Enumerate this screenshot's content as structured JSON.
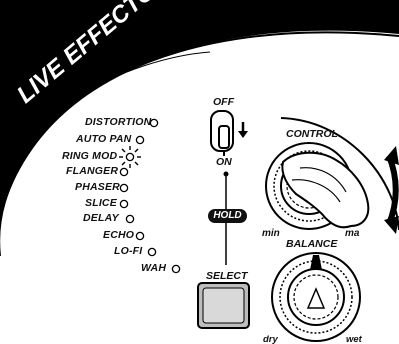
{
  "panel": {
    "title": "LIVE EFFECTOR",
    "effects": [
      {
        "label": "DISTORTION"
      },
      {
        "label": "AUTO PAN"
      },
      {
        "label": "RING MOD",
        "selected": true
      },
      {
        "label": "FLANGER"
      },
      {
        "label": "PHASER"
      },
      {
        "label": "SLICE"
      },
      {
        "label": "DELAY"
      },
      {
        "label": "ECHO"
      },
      {
        "label": "LO-FI"
      },
      {
        "label": "WAH"
      }
    ],
    "switch": {
      "off_label": "OFF",
      "on_label": "ON",
      "state": "OFF"
    },
    "hold_label": "HOLD",
    "select_label": "SELECT",
    "control": {
      "label": "CONTROL",
      "min_label": "min",
      "max_label": "ma"
    },
    "balance": {
      "label": "BALANCE",
      "dry_label": "dry",
      "wet_label": "wet"
    }
  },
  "colors": {
    "panel_black": "#000000",
    "background": "#ffffff",
    "select_button_fill": "#bdbdbd"
  }
}
